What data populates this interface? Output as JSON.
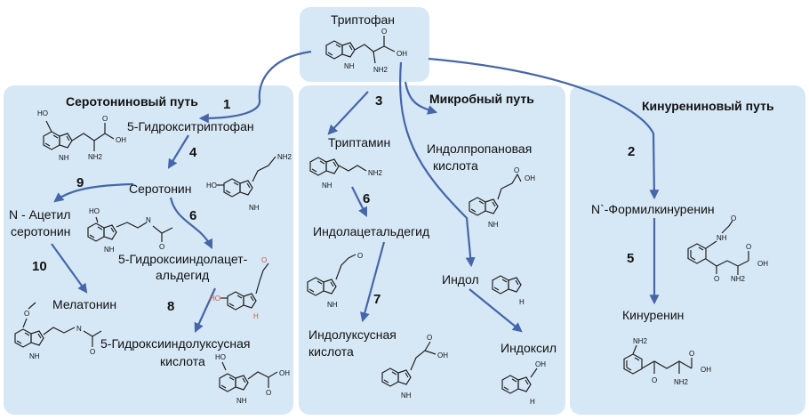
{
  "nodes": {
    "tryptophan": "Триптофан",
    "hydroxytryptophan": "5-Гидрокситриптофан",
    "serotonin": "Серотонин",
    "acetyl_line1": "N - Ацетил",
    "acetyl_line2": "серотонин",
    "hiaa_ald_line1": "5-Гидроксииндолацет-",
    "hiaa_ald_line2": "альдегид",
    "melatonin": "Мелатонин",
    "hiaa_line1": "5-Гидроксииндолуксусная",
    "hiaa_line2": "кислота",
    "tryptamine": "Триптамин",
    "ind_ald": "Индолацетальдегид",
    "iaa_line1": "Индолуксусная",
    "iaa_line2": "кислота",
    "ipa_line1": "Индолпропановая",
    "ipa_line2": "кислота",
    "indole": "Индол",
    "indoxyl": "Индоксил",
    "formylkyn": "N`-Формилкинуренин",
    "kynurenine": "Кинуренин"
  },
  "panels": {
    "serotonin_title": "Серотониновый путь",
    "microbial_title": "Микробный путь",
    "kynurenine_title": "Кинурениновый путь"
  },
  "step_numbers": {
    "s1": "1",
    "s2": "2",
    "s3": "3",
    "s4": "4",
    "s5": "5",
    "s6a": "6",
    "s6b": "6",
    "s7": "7",
    "s8": "8",
    "s9": "9",
    "s10": "10"
  },
  "atoms": {
    "oh": "OH",
    "nh2": "NH2",
    "nh": "NH",
    "n": "N",
    "h": "H",
    "o": "O",
    "ho": "HO"
  },
  "colors": {
    "panel_fill": "#d6e8f6",
    "arrow": "#4566a8",
    "highlight_atom": "#d9533b"
  }
}
